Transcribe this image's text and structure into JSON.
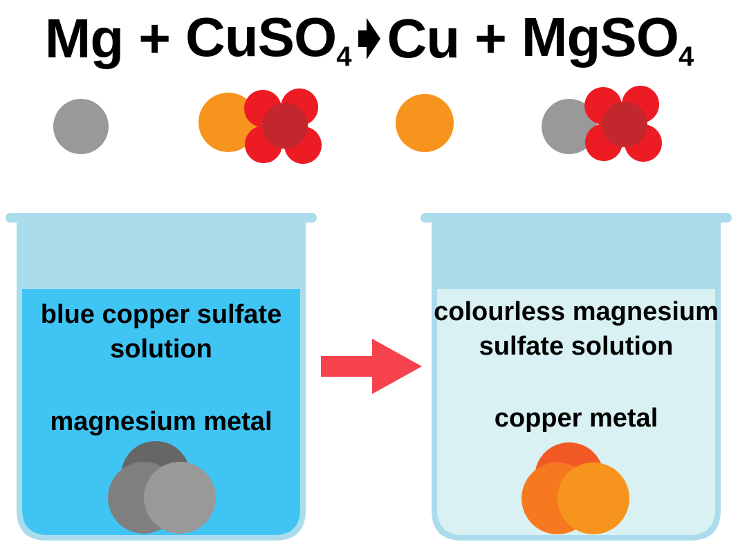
{
  "equation": {
    "reactant1": "Mg",
    "plus1": "+",
    "reactant2_main": "CuSO",
    "reactant2_sub": "4",
    "product1": "Cu",
    "plus2": "+",
    "product2_main": "MgSO",
    "product2_sub": "4"
  },
  "beakers": {
    "before": {
      "solution_label_line1": "blue copper sulfate",
      "solution_label_line2": "solution",
      "metal_label": "magnesium metal"
    },
    "after": {
      "solution_label_line1": "colourless magnesium",
      "solution_label_line2": "sulfate solution",
      "metal_label": "copper metal"
    }
  },
  "colors": {
    "magnesium": "#999999",
    "copper": "#f7941d",
    "oxygen": "#ed1c24",
    "sulfur": "#c1272d",
    "copper_sulfate_solution": "#40c4f4",
    "magnesium_sulfate_solution": "#d9f1f3",
    "beaker": "#abdcec",
    "reaction_arrow": "#f5424c"
  }
}
